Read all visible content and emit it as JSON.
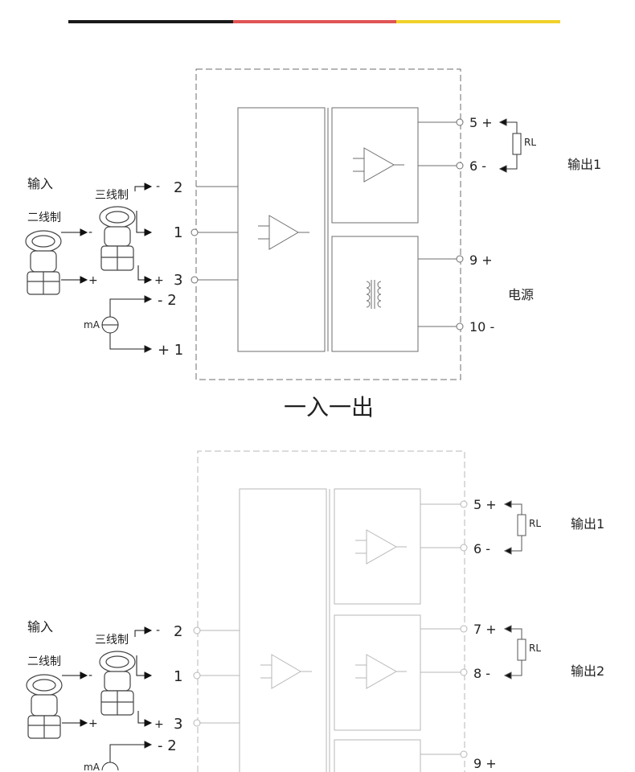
{
  "colors": {
    "stripe": [
      "#1a1a1a",
      "#e05454",
      "#f0d12a"
    ],
    "line_dark": "#6e6e6e",
    "line_light": "#b7b7b7",
    "text": "#222222"
  },
  "diagram1": {
    "title": "一入一出",
    "input_label": "输入",
    "three_wire_label": "三线制",
    "two_wire_label": "二线制",
    "ma_label": "mA",
    "terminal_2": "2",
    "terminal_1": "1",
    "terminal_3": "3",
    "ma_minus": "- 2",
    "ma_plus": "+ 1",
    "minus": "-",
    "plus": "+",
    "out_pos": "5 +",
    "out_neg": "6 -",
    "rl": "RL",
    "output1_label": "输出1",
    "pwr_pos": "9 +",
    "pwr_neg": "10 -",
    "power_label": "电源"
  },
  "diagram2": {
    "input_label": "输入",
    "three_wire_label": "三线制",
    "two_wire_label": "二线制",
    "ma_label": "mA",
    "terminal_2": "2",
    "terminal_1": "1",
    "terminal_3": "3",
    "ma_minus": "- 2",
    "minus": "-",
    "plus": "+",
    "out1_pos": "5 +",
    "out1_neg": "6 -",
    "rl1": "RL",
    "output1_label": "输出1",
    "out2_pos": "7 +",
    "out2_neg": "8 -",
    "rl2": "RL",
    "output2_label": "输出2",
    "pwr_pos": "9 +"
  }
}
